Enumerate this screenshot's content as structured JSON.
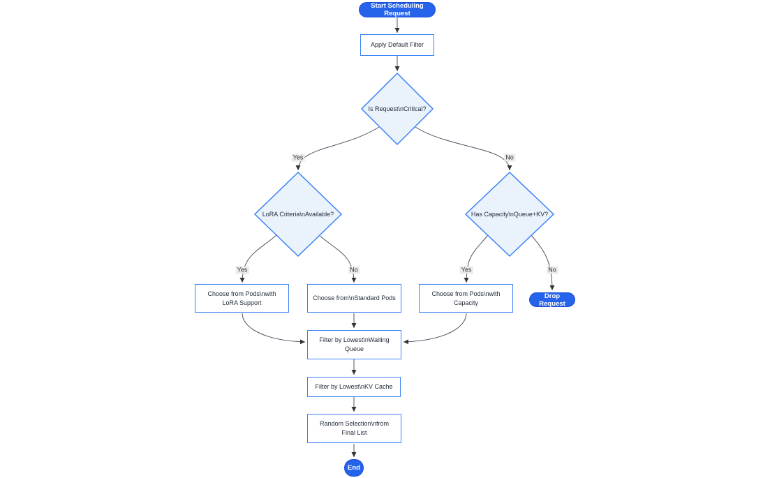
{
  "diagram_type": "flowchart",
  "nodes": {
    "start": {
      "label": "Start Scheduling Request",
      "shape": "stadium"
    },
    "apply_filter": {
      "label": "Apply Default Filter",
      "shape": "rect"
    },
    "is_critical": {
      "label": "Is Request\\nCritical?",
      "shape": "diamond"
    },
    "lora_criteria": {
      "label": "LoRA Criteria\\nAvailable?",
      "shape": "diamond"
    },
    "has_capacity": {
      "label": "Has Capacity\\nQueue+KV?",
      "shape": "diamond"
    },
    "choose_lora": {
      "label": "Choose from Pods\\nwith LoRA Support",
      "shape": "rect"
    },
    "choose_standard": {
      "label": "Choose from\\nStandard Pods",
      "shape": "rect"
    },
    "choose_capacity": {
      "label": "Choose from Pods\\nwith Capacity",
      "shape": "rect"
    },
    "drop_request": {
      "label": "Drop Request",
      "shape": "stadium"
    },
    "filter_waiting": {
      "label": "Filter by Lowest\\nWaiting Queue",
      "shape": "rect"
    },
    "filter_kv": {
      "label": "Filter by Lowest\\nKV Cache",
      "shape": "rect"
    },
    "random_selection": {
      "label": "Random Selection\\nfrom Final List",
      "shape": "rect"
    },
    "end": {
      "label": "End",
      "shape": "stadium"
    }
  },
  "edges": [
    {
      "from": "start",
      "to": "apply_filter",
      "label": ""
    },
    {
      "from": "apply_filter",
      "to": "is_critical",
      "label": ""
    },
    {
      "from": "is_critical",
      "to": "lora_criteria",
      "label": "Yes"
    },
    {
      "from": "is_critical",
      "to": "has_capacity",
      "label": "No"
    },
    {
      "from": "lora_criteria",
      "to": "choose_lora",
      "label": "Yes"
    },
    {
      "from": "lora_criteria",
      "to": "choose_standard",
      "label": "No"
    },
    {
      "from": "has_capacity",
      "to": "choose_capacity",
      "label": "Yes"
    },
    {
      "from": "has_capacity",
      "to": "drop_request",
      "label": "No"
    },
    {
      "from": "choose_lora",
      "to": "filter_waiting",
      "label": ""
    },
    {
      "from": "choose_standard",
      "to": "filter_waiting",
      "label": ""
    },
    {
      "from": "choose_capacity",
      "to": "filter_waiting",
      "label": ""
    },
    {
      "from": "filter_waiting",
      "to": "filter_kv",
      "label": ""
    },
    {
      "from": "filter_kv",
      "to": "random_selection",
      "label": ""
    },
    {
      "from": "random_selection",
      "to": "end",
      "label": ""
    }
  ],
  "colors": {
    "stadium_fill": "#2563EB",
    "stadium_border": "#1D4ED8",
    "stadium_text": "#FFFFFF",
    "rect_fill": "#FFFFFF",
    "rect_border": "#3B82F6",
    "diamond_fill": "#EAF3FC",
    "diamond_border": "#3B82F6",
    "node_text": "#1F2937",
    "edge_line": "#4B5563",
    "edge_label_bg": "#E8E8E8",
    "edge_label_text": "#333333",
    "background": "#FFFFFF"
  }
}
